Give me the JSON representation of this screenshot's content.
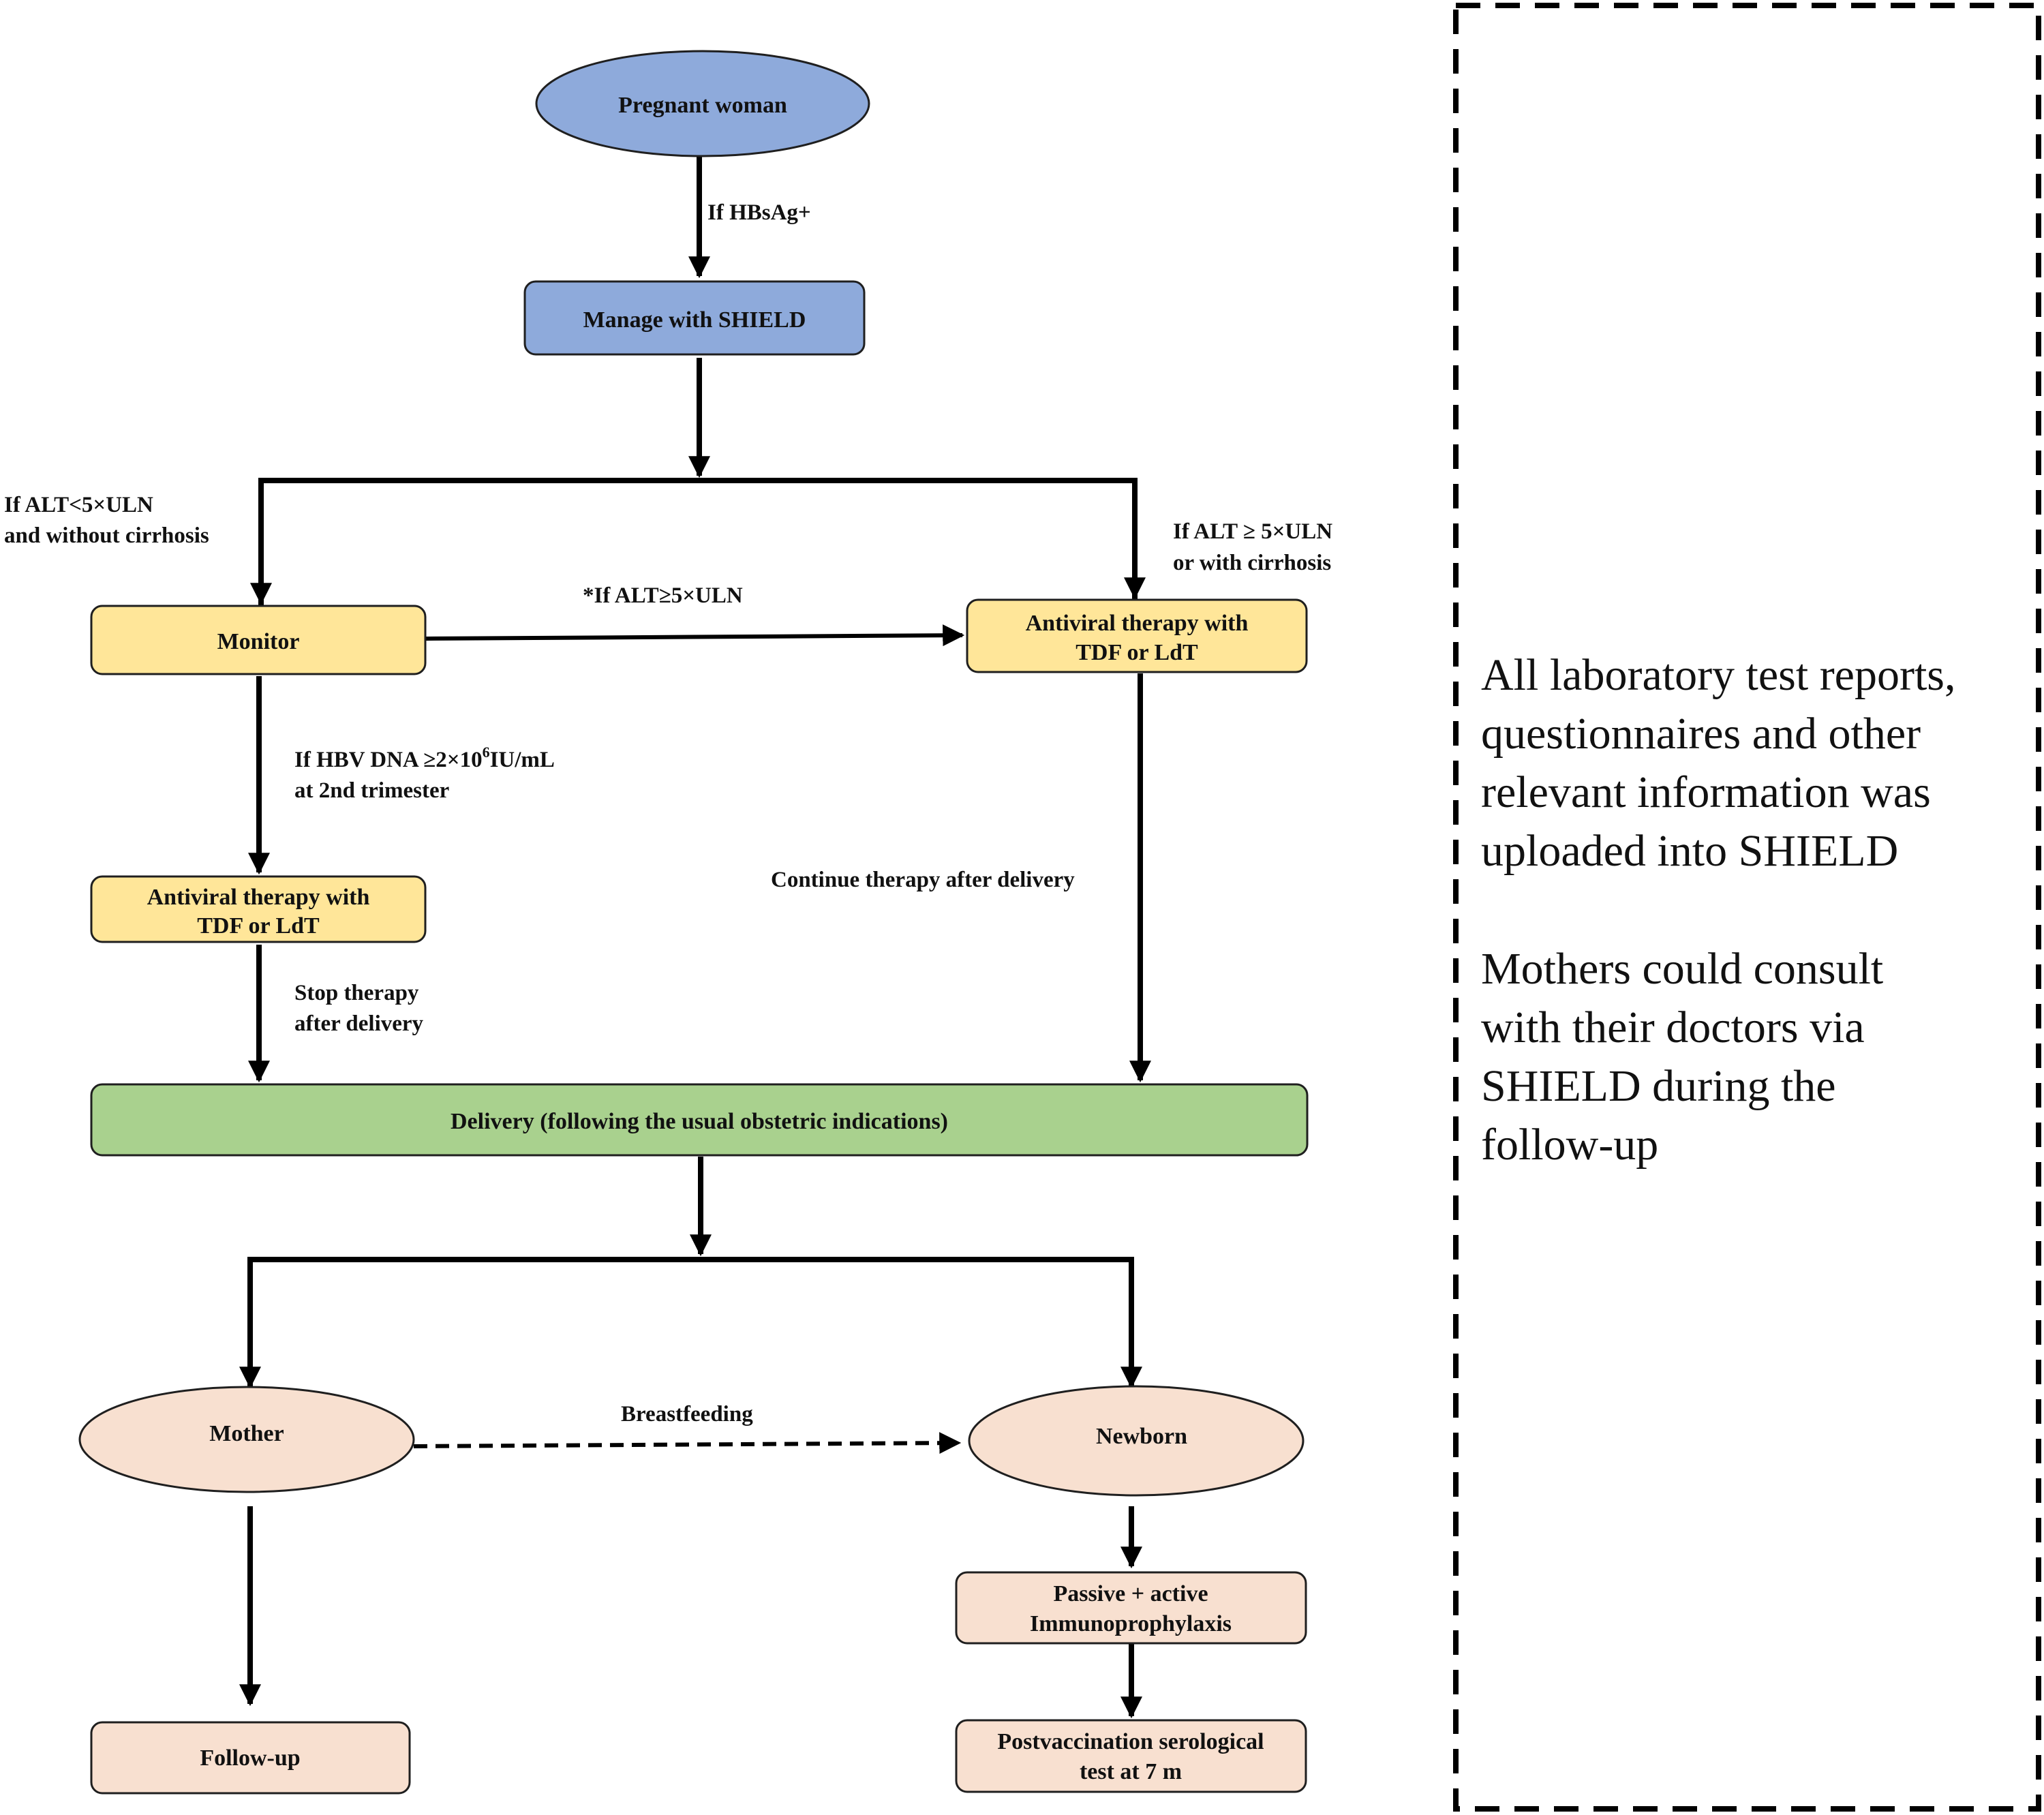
{
  "colors": {
    "blue": "#8eaadb",
    "yellow": "#ffe699",
    "green": "#a9d18e",
    "peach": "#f8e0d0",
    "stroke": "#000000"
  },
  "nodes": {
    "pregnant_woman": "Pregnant woman",
    "manage_shield": "Manage with SHIELD",
    "monitor": "Monitor",
    "antiviral_right": [
      "Antiviral therapy with",
      "TDF or LdT"
    ],
    "antiviral_left": [
      "Antiviral therapy with",
      "TDF or LdT"
    ],
    "delivery": "Delivery (following the usual obstetric indications)",
    "mother": "Mother",
    "newborn": "Newborn",
    "immunoprophylaxis": [
      "Passive + active",
      "Immunoprophylaxis"
    ],
    "serological_test": [
      "Postvaccination serological",
      "test at 7 m"
    ],
    "follow_up": "Follow-up"
  },
  "edges": {
    "if_hbsag": "If HBsAg+",
    "alt_low": [
      "If ALT<5×ULN",
      "and without cirrhosis"
    ],
    "alt_high": [
      "If ALT ≥ 5×ULN",
      "or with cirrhosis"
    ],
    "alt_star": "*If ALT≥5×ULN",
    "hbv_dna_prefix": "If HBV DNA ≥2×10",
    "hbv_dna_sup": "6",
    "hbv_dna_suffix": "IU/mL",
    "hbv_dna_line2": "at 2nd trimester",
    "continue_therapy": "Continue therapy after delivery",
    "stop_therapy": [
      "Stop therapy",
      "after delivery"
    ],
    "breastfeeding": "Breastfeeding"
  },
  "side_panel": {
    "paragraph1": [
      "All laboratory test reports,",
      "questionnaires and other",
      "relevant information was",
      "uploaded into SHIELD"
    ],
    "paragraph2": [
      "Mothers could consult",
      "with their doctors via",
      "SHIELD during the",
      "follow-up"
    ]
  }
}
